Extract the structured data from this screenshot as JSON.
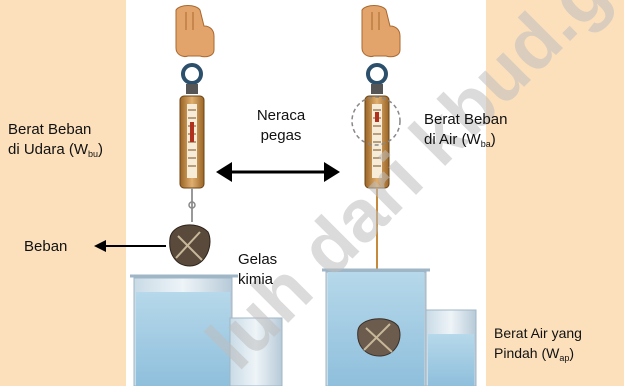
{
  "labels": {
    "berat_udara_1": "Berat Beban",
    "berat_udara_2": "di Udara (W",
    "berat_udara_sub": "bu",
    "neraca_1": "Neraca",
    "neraca_2": "pegas",
    "berat_air_1": "Berat",
    "berat_air_1b": "Beban",
    "berat_air_2a": "di Air",
    "berat_air_2b": "(W",
    "berat_air_sub": "ba",
    "beban": "Beban",
    "gelas_1": "Gelas",
    "gelas_2": "kimia",
    "pindah_1": "Berat Air yang",
    "pindah_2": "Pindah (W",
    "pindah_sub": "ap"
  },
  "watermark": "luh dari kbud.go.id",
  "colors": {
    "background": "#fce0bc",
    "panel": "#ffffff",
    "water": "#a9cfe4",
    "skin": "#e3a46b",
    "spring_scale": "#c58a3c"
  }
}
